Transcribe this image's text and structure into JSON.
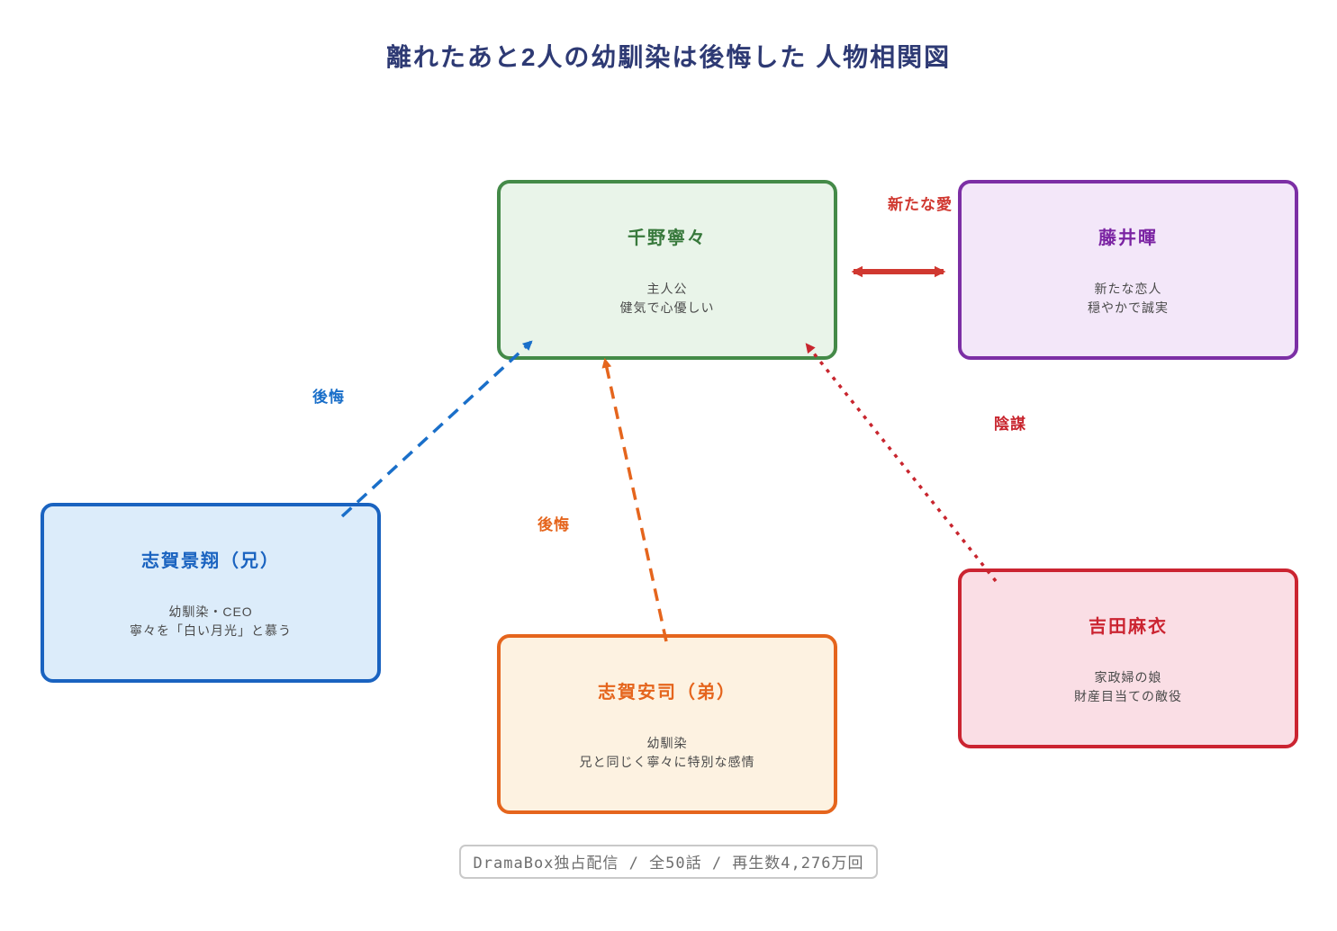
{
  "title": "離れたあと2人の幼馴染は後悔した 人物相関図",
  "characters": [
    {
      "id": "chino-nene",
      "name": "千野寧々",
      "desc": "主人公\n健気で心優しい",
      "accent": "#448a48",
      "fill": "#e9f4e9"
    },
    {
      "id": "fujii-hikaru",
      "name": "藤井暉",
      "desc": "新たな恋人\n穏やかで誠実",
      "accent": "#7c2fa5",
      "fill": "#f3e7f9"
    },
    {
      "id": "shiga-keisho",
      "name": "志賀景翔（兄）",
      "desc": "幼馴染・CEO\n寧々を「白い月光」と慕う",
      "accent": "#1a63c0",
      "fill": "#dcecfa"
    },
    {
      "id": "shiga-anji",
      "name": "志賀安司（弟）",
      "desc": "幼馴染\n兄と同じく寧々に特別な感情",
      "accent": "#e5651d",
      "fill": "#fdf2e1"
    },
    {
      "id": "yoshida-mai",
      "name": "吉田麻衣",
      "desc": "家政婦の娘\n財産目当ての敵役",
      "accent": "#cb2431",
      "fill": "#fadee5"
    }
  ],
  "relations": [
    {
      "id": "new-love",
      "label": "新たな愛",
      "color": "#d03830",
      "style": "solid-double-arrow"
    },
    {
      "id": "regret-older",
      "label": "後悔",
      "color": "#1a6fc9",
      "style": "dashed-arrow"
    },
    {
      "id": "regret-younger",
      "label": "後悔",
      "color": "#e5651d",
      "style": "dashed-arrow"
    },
    {
      "id": "scheme",
      "label": "陰謀",
      "color": "#c8252e",
      "style": "dotted-arrow"
    }
  ],
  "footer": {
    "caption": "DramaBox独占配信 / 全50話 / 再生数4,276万回"
  }
}
